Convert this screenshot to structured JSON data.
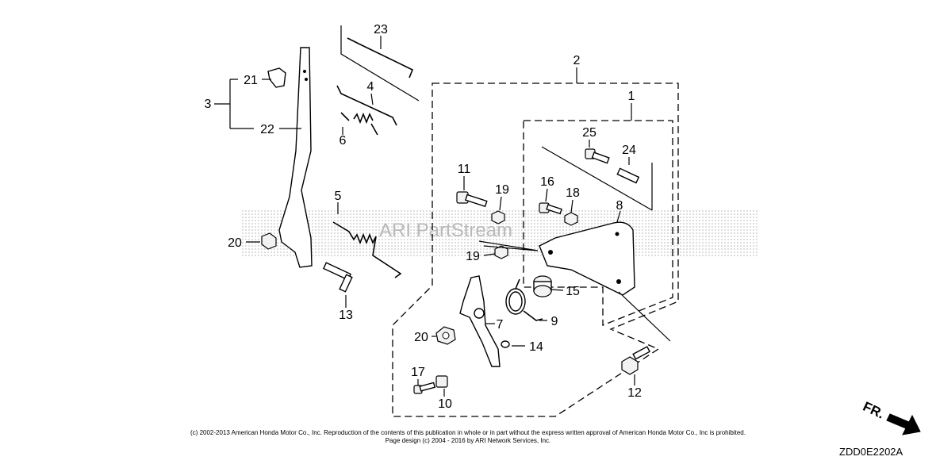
{
  "callouts": {
    "c1": "1",
    "c2": "2",
    "c3": "3",
    "c4": "4",
    "c5": "5",
    "c6": "6",
    "c7": "7",
    "c8": "8",
    "c9": "9",
    "c10": "10",
    "c11": "11",
    "c12": "12",
    "c13": "13",
    "c14": "14",
    "c15": "15",
    "c16": "16",
    "c17": "17",
    "c18": "18",
    "c19a": "19",
    "c19b": "19",
    "c20a": "20",
    "c20b": "20",
    "c21": "21",
    "c22": "22",
    "c23": "23",
    "c24": "24",
    "c25": "25"
  },
  "watermark": "ARI PartStream",
  "direction_label": "FR.",
  "copyright_line1": "(c) 2002-2013 American Honda Motor Co., Inc. Reproduction of the contents of this publication in whole or in part without the express written approval of American Honda Motor Co., Inc is prohibited.",
  "copyright_line2": "Page design (c) 2004 - 2016 by ARI Network Services, Inc.",
  "diagram_code": "ZDD0E2202A"
}
